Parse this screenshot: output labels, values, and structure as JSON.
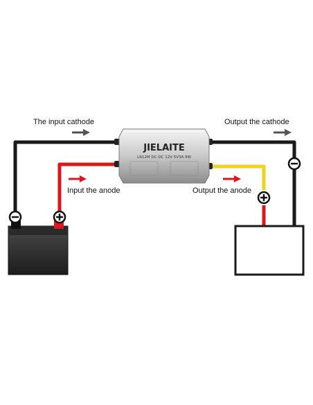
{
  "labels": {
    "input_cathode": "The input cathode",
    "output_cathode": "Output the cathode",
    "input_anode": "Input the anode",
    "output_anode": "Output the anode"
  },
  "module": {
    "brand": "JIELAITE",
    "spec": "LR12M  DC-DC 12V 5V3A 9W"
  },
  "colors": {
    "wire_black": "#1a1a1a",
    "wire_red": "#e0141b",
    "wire_yellow": "#f2d21a",
    "arrow_gray": "#555555",
    "arrow_red": "#e0141b"
  },
  "icons": {
    "negative": "minus-terminal-icon",
    "positive": "plus-terminal-icon"
  }
}
